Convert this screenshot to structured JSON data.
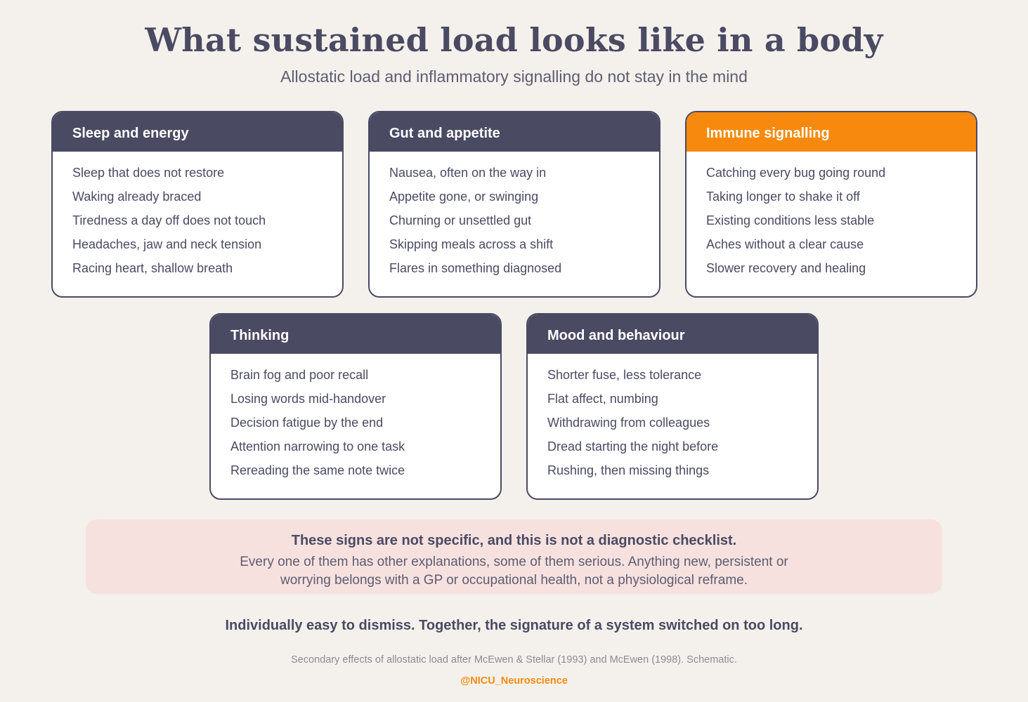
{
  "title": "What sustained load looks like in a body",
  "subtitle": "Allostatic load and inflammatory signalling do not stay in the mind",
  "colors": {
    "background": "#f4f1ec",
    "header_dark": "#4a4a63",
    "accent_orange": "#f78a0e",
    "note_pink": "#f7e1df"
  },
  "cards": [
    {
      "title": "Sleep and energy",
      "items": [
        "Sleep that does not restore",
        "Waking already braced",
        "Tiredness a day off does not touch",
        "Headaches, jaw and neck tension",
        "Racing heart, shallow breath"
      ]
    },
    {
      "title": "Gut and appetite",
      "items": [
        "Nausea, often on the way in",
        "Appetite gone, or swinging",
        "Churning or unsettled gut",
        "Skipping meals across a shift",
        "Flares in something diagnosed"
      ]
    },
    {
      "title": "Immune signalling",
      "items": [
        "Catching every bug going round",
        "Taking longer to shake it off",
        "Existing conditions less stable",
        "Aches without a clear cause",
        "Slower recovery and healing"
      ]
    },
    {
      "title": "Thinking",
      "items": [
        "Brain fog and poor recall",
        "Losing words mid-handover",
        "Decision fatigue by the end",
        "Attention narrowing to one task",
        "Rereading the same note twice"
      ]
    },
    {
      "title": "Mood and behaviour",
      "items": [
        "Shorter fuse, less tolerance",
        "Flat affect, numbing",
        "Withdrawing from colleagues",
        "Dread starting the night before",
        "Rushing, then missing things"
      ]
    }
  ],
  "note": {
    "title": "These signs are not specific, and this is not a diagnostic checklist.",
    "body": "Every one of them has other explanations, some of them serious. Anything new, persistent or worrying belongs with a GP or occupational health, not a physiological reframe."
  },
  "tagline": "Individually easy to dismiss. Together, the signature of a system switched on too long.",
  "source": "Secondary effects of allostatic load after McEwen & Stellar (1993) and McEwen (1998). Schematic.",
  "handle": "@NICU_Neuroscience"
}
